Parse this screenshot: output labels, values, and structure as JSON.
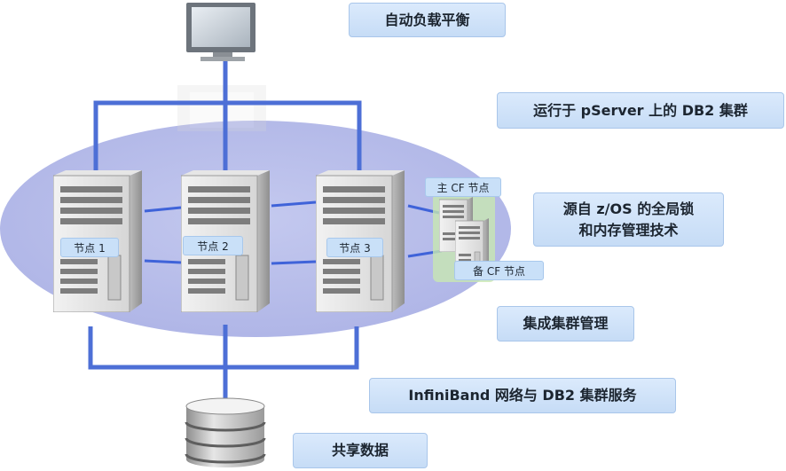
{
  "callouts": {
    "auto_balance": "自动负载平衡",
    "db2_cluster": "运行于 pServer 上的 DB2 集群",
    "global_lock_line1": "源自 z/OS 的全局锁",
    "global_lock_line2": "和内存管理技术",
    "cluster_mgmt": "集成集群管理",
    "infiniband": "InfiniBand 网络与 DB2 集群服务",
    "shared_data": "共享数据"
  },
  "nodes": [
    {
      "label": "节点 1"
    },
    {
      "label": "节点 2"
    },
    {
      "label": "节点 3"
    }
  ],
  "cf": {
    "primary": "主 CF 节点",
    "secondary": "备 CF 节点"
  },
  "colors": {
    "connector_blue": "#4d6fd6",
    "cluster_ellipse": "#b7bde9",
    "callout_bg": "#c6dcf6",
    "cf_glow": "#9ad36a"
  }
}
